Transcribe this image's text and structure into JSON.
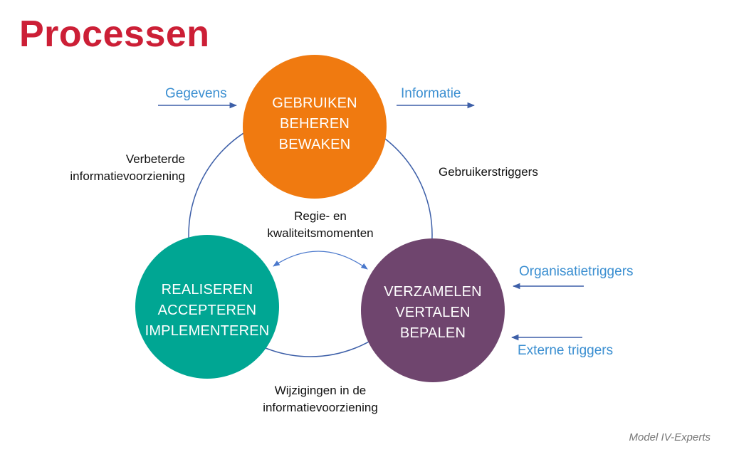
{
  "title": "Processen",
  "colors": {
    "title": "#cc1f36",
    "circle_top": "#f07a10",
    "circle_left": "#00a693",
    "circle_right": "#6f456e",
    "connector": "#3d5fa8",
    "input_output_text": "#3b8fd1"
  },
  "circles": {
    "top": {
      "lines": [
        "GEBRUIKEN",
        "BEHEREN",
        "BEWAKEN"
      ]
    },
    "left": {
      "lines": [
        "REALISEREN",
        "ACCEPTEREN",
        "IMPLEMENTEREN"
      ]
    },
    "right": {
      "lines": [
        "VERZAMELEN",
        "VERTALEN",
        "BEPALEN"
      ]
    }
  },
  "flows": {
    "input": "Gegevens",
    "output": "Informatie",
    "organisatie": "Organisatietriggers",
    "extern": "Externe triggers"
  },
  "labels": {
    "verbeterde": [
      "Verbeterde",
      "informatievoorziening"
    ],
    "gebruikers": "Gebruikerstriggers",
    "regie": [
      "Regie- en",
      "kwaliteitsmomenten"
    ],
    "wijzigingen": [
      "Wijzigingen in de",
      "informatievoorziening"
    ]
  },
  "footer": "Model IV-Experts"
}
